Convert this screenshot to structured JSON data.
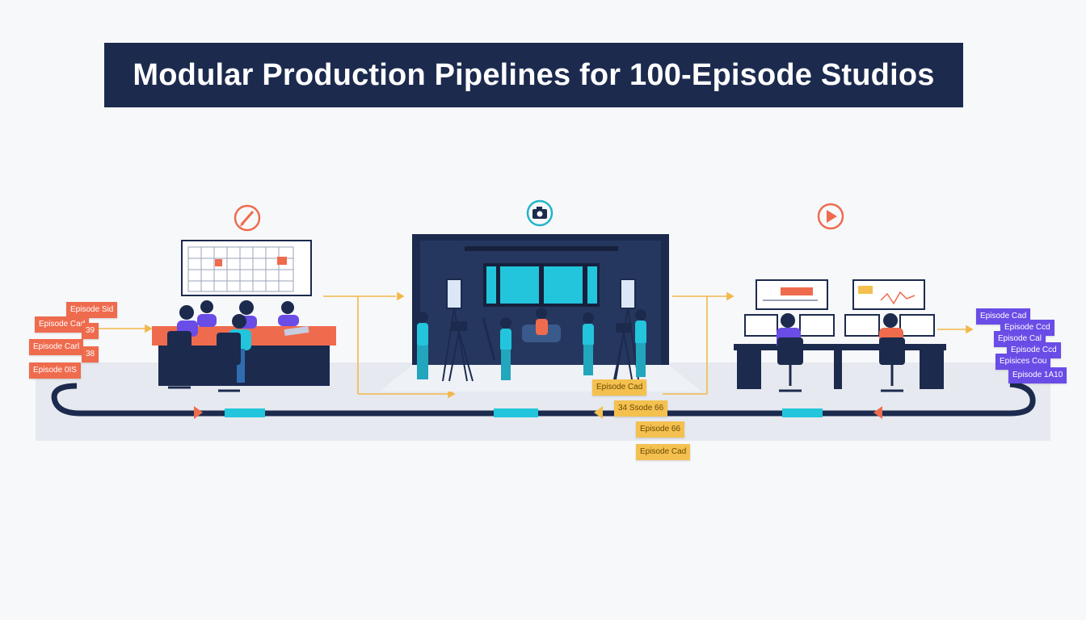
{
  "title": "Modular Production Pipelines for 100-Episode Studios",
  "stages": [
    {
      "id": "writing",
      "icon": "pencil-icon"
    },
    {
      "id": "shooting",
      "icon": "camera-icon"
    },
    {
      "id": "post",
      "icon": "play-icon"
    }
  ],
  "cards_left": [
    "Episode Sid",
    "Episode Cad",
    "39",
    "Episode Carl",
    "38",
    "Episode 0IS"
  ],
  "cards_middle": [
    "Episode Cad",
    "34 Ssode 66",
    "Episode 66",
    "Episode Cad"
  ],
  "cards_right": [
    "Episode Cad",
    "Episode Ccd",
    "Episode Cal",
    "Episode Ccd",
    "Episices Cou",
    "Episode 1A10"
  ],
  "colors": {
    "navy": "#1c2a4e",
    "accent_red": "#ef6b4e",
    "accent_cyan": "#22c5dc",
    "accent_yellow": "#f4c04f",
    "accent_purple": "#6a4ce6"
  }
}
